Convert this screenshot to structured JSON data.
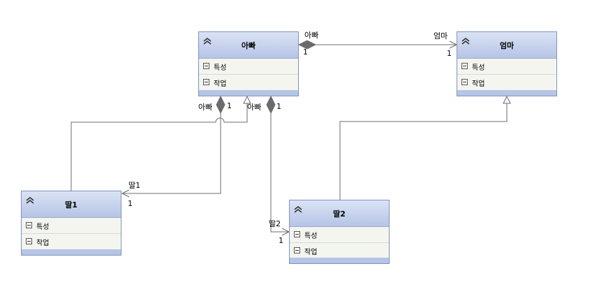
{
  "classes": [
    {
      "id": "dad",
      "title": "아빠",
      "sections": [
        "특성",
        "작업"
      ]
    },
    {
      "id": "mom",
      "title": "엄마",
      "sections": [
        "특성",
        "작업"
      ]
    },
    {
      "id": "d1",
      "title": "딸1",
      "sections": [
        "특성",
        "작업"
      ]
    },
    {
      "id": "d2",
      "title": "딸2",
      "sections": [
        "특성",
        "작업"
      ]
    }
  ],
  "labels": {
    "dad_mom_role": "아빠",
    "dad_mom_mult": "1",
    "mom_role": "엄마",
    "mom_mult": "1",
    "dad_d1_role": "아빠",
    "dad_d1_mult": "1",
    "dad_d2_role": "아빠",
    "dad_d2_mult": "1",
    "d1_role": "딸1",
    "d1_mult": "1",
    "d2_role": "딸2",
    "d2_mult": "1"
  },
  "colors": {
    "header_top": "#dbe3f4",
    "header_bottom": "#b6c4e6",
    "border": "#7f93bf",
    "body": "#f3f5ee",
    "line": "#6b6b6b",
    "diamond": "#6b6b6b"
  }
}
